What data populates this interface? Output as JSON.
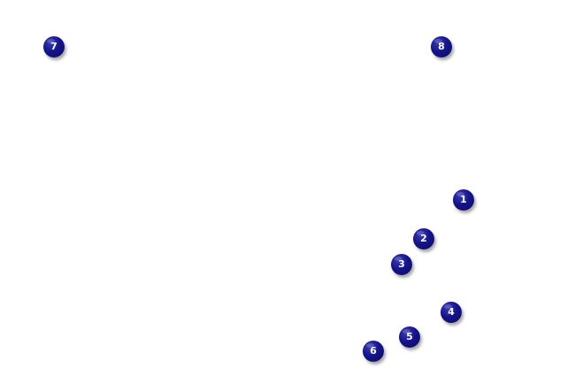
{
  "colors": {
    "background": "#ffffff",
    "marker_fill": "#14148a",
    "marker_text": "#ffffff"
  },
  "markers": [
    {
      "label": "1"
    },
    {
      "label": "2"
    },
    {
      "label": "3"
    },
    {
      "label": "4"
    },
    {
      "label": "5"
    },
    {
      "label": "6"
    },
    {
      "label": "7"
    },
    {
      "label": "8"
    }
  ]
}
